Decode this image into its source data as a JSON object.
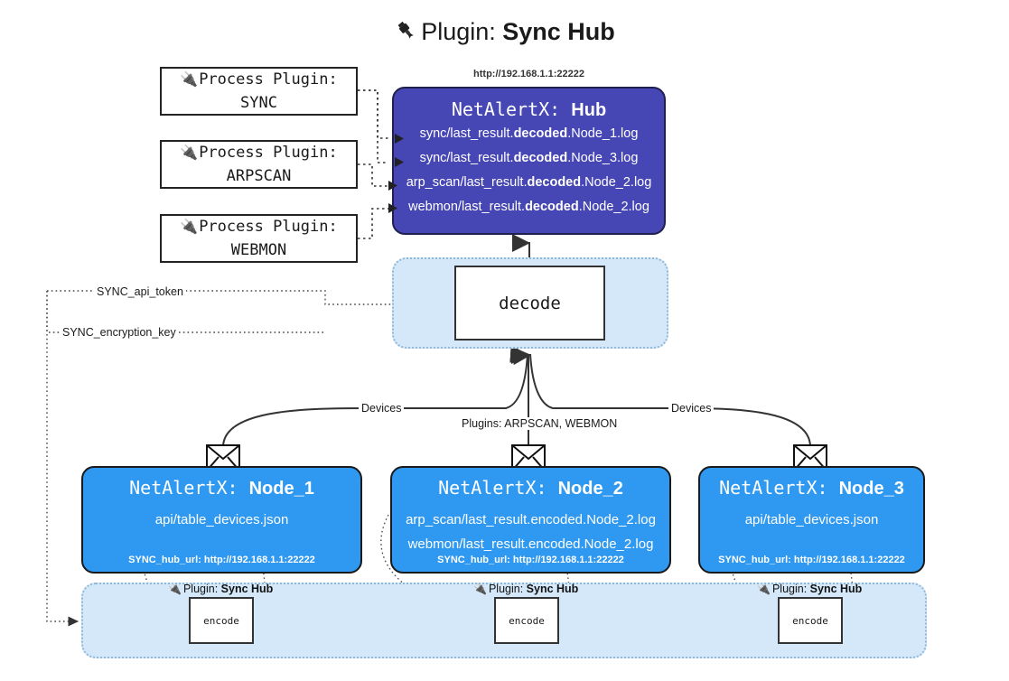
{
  "header": {
    "icon": "plug-icon",
    "label": "Plugin:",
    "value": "Sync Hub"
  },
  "process_plugins": [
    {
      "icon": "plug-icon",
      "label": "Process Plugin:",
      "name": "SYNC"
    },
    {
      "icon": "plug-icon",
      "label": "Process Plugin:",
      "name": "ARPSCAN"
    },
    {
      "icon": "plug-icon",
      "label": "Process Plugin:",
      "name": "WEBMON"
    }
  ],
  "hub": {
    "url": "http://192.168.1.1:22222",
    "title_prefix": "NetAlertX:",
    "title_name": "Hub",
    "color": "#4646b4",
    "logs": [
      {
        "pre": "sync/last_result.",
        "mid": "decoded",
        "post": ".Node_1.log"
      },
      {
        "pre": "sync/last_result.",
        "mid": "decoded",
        "post": ".Node_3.log"
      },
      {
        "pre": "arp_scan/last_result.",
        "mid": "decoded",
        "post": ".Node_2.log"
      },
      {
        "pre": "webmon/last_result.",
        "mid": "decoded",
        "post": ".Node_2.log"
      }
    ]
  },
  "decode": {
    "label": "decode",
    "container_color": "#d4e8fa"
  },
  "settings": {
    "api_token": "SYNC_api_token",
    "encryption_key": "SYNC_encryption_key"
  },
  "edges": {
    "devices_left": "Devices",
    "devices_right": "Devices",
    "plugins_center": "Plugins: ARPSCAN, WEBMON"
  },
  "nodes": [
    {
      "title_prefix": "NetAlertX:",
      "title_name": "Node_1",
      "color": "#2f98f0",
      "lines": [
        "api/table_devices.json"
      ],
      "hub_url": "SYNC_hub_url: http://192.168.1.1:22222",
      "encode": {
        "label": "encode",
        "plugin_label": "Plugin:",
        "plugin_name": "Sync Hub"
      }
    },
    {
      "title_prefix": "NetAlertX:",
      "title_name": "Node_2",
      "color": "#2f98f0",
      "lines": [
        "arp_scan/last_result.encoded.Node_2.log",
        "webmon/last_result.encoded.Node_2.log"
      ],
      "hub_url": "SYNC_hub_url: http://192.168.1.1:22222",
      "encode": {
        "label": "encode",
        "plugin_label": "Plugin:",
        "plugin_name": "Sync Hub"
      }
    },
    {
      "title_prefix": "NetAlertX:",
      "title_name": "Node_3",
      "color": "#2f98f0",
      "lines": [
        "api/table_devices.json"
      ],
      "hub_url": "SYNC_hub_url: http://192.168.1.1:22222",
      "encode": {
        "label": "encode",
        "plugin_label": "Plugin:",
        "plugin_name": "Sync Hub"
      }
    }
  ]
}
